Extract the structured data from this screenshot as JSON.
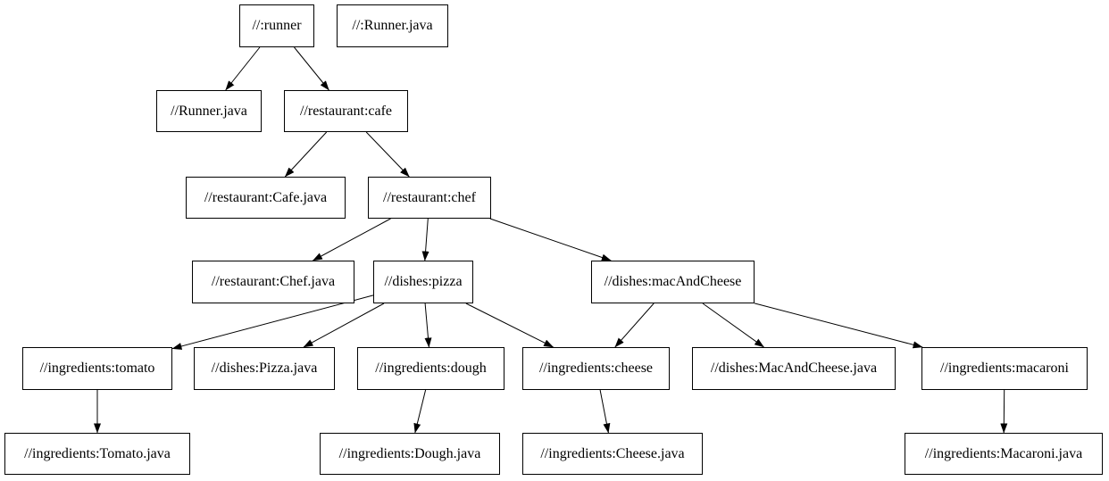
{
  "diagram": {
    "type": "directed-graph",
    "description": "build-target dependency graph",
    "colors": {
      "background": "#ffffff",
      "node_fill": "#ffffff",
      "node_border": "#000000",
      "edge": "#000000",
      "text": "#000000"
    },
    "nodes": [
      {
        "id": "runner",
        "label": "//:runner"
      },
      {
        "id": "runner-java-root",
        "label": "//:Runner.java"
      },
      {
        "id": "runner-java",
        "label": "//Runner.java"
      },
      {
        "id": "cafe",
        "label": "//restaurant:cafe"
      },
      {
        "id": "cafe-java",
        "label": "//restaurant:Cafe.java"
      },
      {
        "id": "chef",
        "label": "//restaurant:chef"
      },
      {
        "id": "chef-java",
        "label": "//restaurant:Chef.java"
      },
      {
        "id": "pizza",
        "label": "//dishes:pizza"
      },
      {
        "id": "mac-and-cheese",
        "label": "//dishes:macAndCheese"
      },
      {
        "id": "tomato",
        "label": "//ingredients:tomato"
      },
      {
        "id": "pizza-java",
        "label": "//dishes:Pizza.java"
      },
      {
        "id": "dough",
        "label": "//ingredients:dough"
      },
      {
        "id": "cheese",
        "label": "//ingredients:cheese"
      },
      {
        "id": "mac-and-cheese-java",
        "label": "//dishes:MacAndCheese.java"
      },
      {
        "id": "macaroni",
        "label": "//ingredients:macaroni"
      },
      {
        "id": "tomato-java",
        "label": "//ingredients:Tomato.java"
      },
      {
        "id": "dough-java",
        "label": "//ingredients:Dough.java"
      },
      {
        "id": "cheese-java",
        "label": "//ingredients:Cheese.java"
      },
      {
        "id": "macaroni-java",
        "label": "//ingredients:Macaroni.java"
      }
    ],
    "edges": [
      {
        "from": "runner",
        "to": "runner-java"
      },
      {
        "from": "runner",
        "to": "cafe"
      },
      {
        "from": "cafe",
        "to": "cafe-java"
      },
      {
        "from": "cafe",
        "to": "chef"
      },
      {
        "from": "chef",
        "to": "chef-java"
      },
      {
        "from": "chef",
        "to": "pizza"
      },
      {
        "from": "chef",
        "to": "mac-and-cheese"
      },
      {
        "from": "pizza",
        "to": "tomato"
      },
      {
        "from": "pizza",
        "to": "pizza-java"
      },
      {
        "from": "pizza",
        "to": "dough"
      },
      {
        "from": "pizza",
        "to": "cheese"
      },
      {
        "from": "mac-and-cheese",
        "to": "cheese"
      },
      {
        "from": "mac-and-cheese",
        "to": "mac-and-cheese-java"
      },
      {
        "from": "mac-and-cheese",
        "to": "macaroni"
      },
      {
        "from": "tomato",
        "to": "tomato-java"
      },
      {
        "from": "dough",
        "to": "dough-java"
      },
      {
        "from": "cheese",
        "to": "cheese-java"
      },
      {
        "from": "macaroni",
        "to": "macaroni-java"
      }
    ]
  }
}
